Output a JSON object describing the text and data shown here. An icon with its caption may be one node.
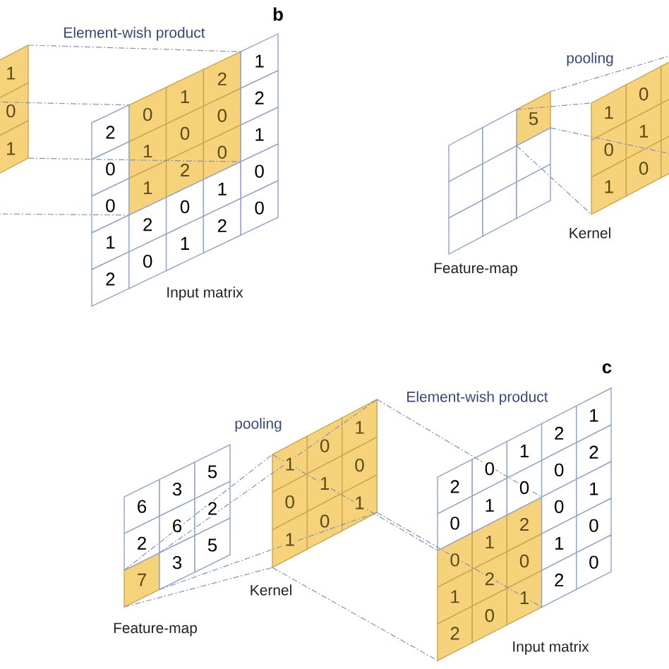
{
  "diagram": {
    "nodes": [
      {
        "text": [
          "1",
          "0",
          "1"
        ]
      },
      {
        "text": [
          "2",
          "0",
          "1",
          "2",
          "1",
          "0",
          "1",
          "0",
          "0",
          "2",
          "0",
          "1",
          "2",
          "0",
          "1",
          "1",
          "2",
          "0",
          "1",
          "0",
          "2",
          "0",
          "1",
          "2",
          "0",
          "Input matrix"
        ]
      },
      {
        "text": [
          "5"
        ],
        "beside": [
          "Feature-map"
        ]
      },
      {
        "text": [
          "1",
          "0",
          "0",
          "1",
          "1",
          "0"
        ],
        "beside": [
          "Kernel"
        ]
      },
      {
        "text": [
          "6",
          "3",
          "5",
          "2",
          "6",
          "2",
          "7",
          "3",
          "5"
        ],
        "beside": [
          "Feature-map"
        ]
      },
      {
        "text": [
          "1",
          "0",
          "1",
          "0",
          "1",
          "0",
          "1",
          "0",
          "1"
        ],
        "beside": [
          "Kernel"
        ]
      },
      {
        "text": [
          "2",
          "0",
          "1",
          "2",
          "1",
          "0",
          "1",
          "0",
          "0",
          "2",
          "0",
          "1",
          "2",
          "0",
          "1",
          "1",
          "2",
          "0",
          "1",
          "0",
          "2",
          "0",
          "1",
          "2",
          "0",
          "Input matrix"
        ]
      }
    ],
    "edges": [
      {
        "from": 0,
        "to": 1,
        "arrow": "none"
      },
      {
        "from": 0,
        "to": 1,
        "arrow": "none"
      },
      {
        "from": 0,
        "to": 1,
        "arrow": "none"
      },
      {
        "from": 0,
        "to": 1,
        "arrow": "none"
      },
      {
        "from": 2,
        "to": 3,
        "arrow": "none"
      },
      {
        "from": 2,
        "to": 3,
        "arrow": "none"
      },
      {
        "from": 2,
        "to": 3,
        "arrow": "none"
      },
      {
        "from": 2,
        "to": 3,
        "arrow": "none"
      },
      {
        "from": 4,
        "to": 5,
        "arrow": "none"
      },
      {
        "from": 4,
        "to": 5,
        "arrow": "none"
      },
      {
        "from": 4,
        "to": 5,
        "arrow": "none"
      },
      {
        "from": 4,
        "to": 5,
        "arrow": "none"
      },
      {
        "from": 5,
        "to": 6,
        "arrow": "none"
      },
      {
        "from": 5,
        "to": 6,
        "arrow": "none"
      },
      {
        "from": 5,
        "to": 6,
        "arrow": "none"
      },
      {
        "from": 5,
        "to": 6,
        "arrow": "none"
      }
    ],
    "labels": [
      "b",
      "Element-wish product",
      "pooling",
      "c",
      "Element-wish product",
      "pooling"
    ]
  }
}
